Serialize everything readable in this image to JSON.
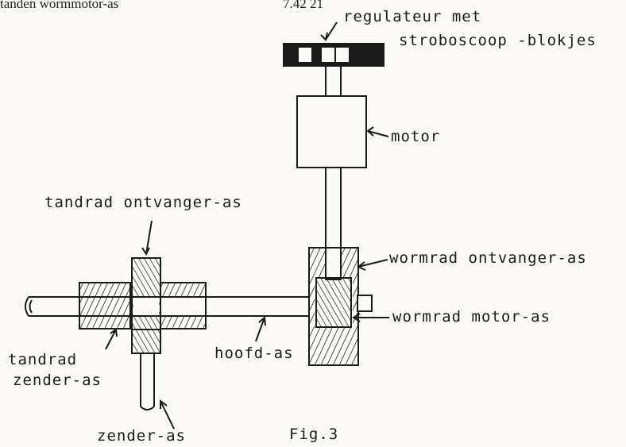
{
  "header": {
    "left_text": "tanden wormmotor-as",
    "right_text": "7.42  21"
  },
  "labels": {
    "regulateur_line1": "regulateur met",
    "regulateur_line2": "stroboscoop -blokjes",
    "motor": "motor",
    "tandrad_ontvanger": "tandrad ontvanger-as",
    "wormrad_ontvanger": "wormrad ontvanger-as",
    "wormrad_motor": "wormrad motor-as",
    "tandrad_zender_line1": "tandrad",
    "tandrad_zender_line2": "zender-as",
    "hoofd_as": "hoofd-as",
    "zender_as": "zender-as",
    "figure": "Fig.3"
  }
}
